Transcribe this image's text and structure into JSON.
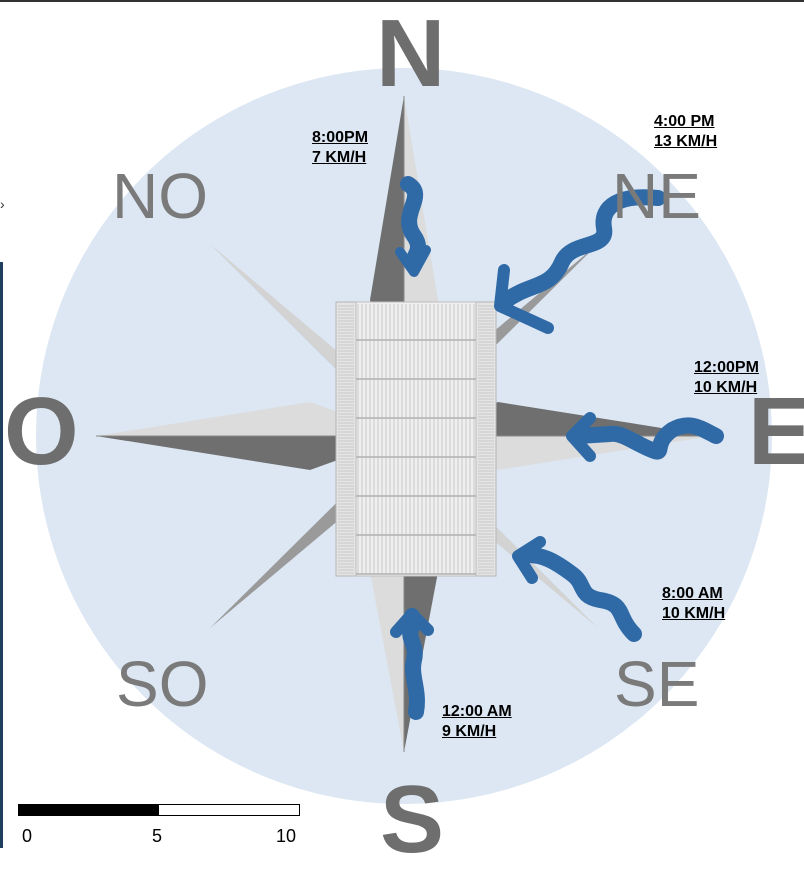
{
  "compass": {
    "north": "N",
    "south": "S",
    "east": "E",
    "west": "O",
    "northeast": "NE",
    "northwest": "NO",
    "southeast": "SE",
    "southwest": "SO"
  },
  "winds": [
    {
      "time": "8:00PM",
      "speed": "7 KM/H"
    },
    {
      "time": "4:00 PM",
      "speed": "13 KM/H"
    },
    {
      "time": "12:00PM",
      "speed": "10 KM/H"
    },
    {
      "time": "8:00 AM",
      "speed": "10 KM/H"
    },
    {
      "time": "12:00 AM",
      "speed": "9 KM/H"
    }
  ],
  "scale": {
    "ticks": [
      "0",
      "5",
      "10"
    ]
  },
  "colors": {
    "disc": "#dce7f3",
    "arrow": "#2f6aa6",
    "star_dark": "#7a7a7a",
    "star_light": "#d9d9d9",
    "building": "#e6e6e6"
  }
}
